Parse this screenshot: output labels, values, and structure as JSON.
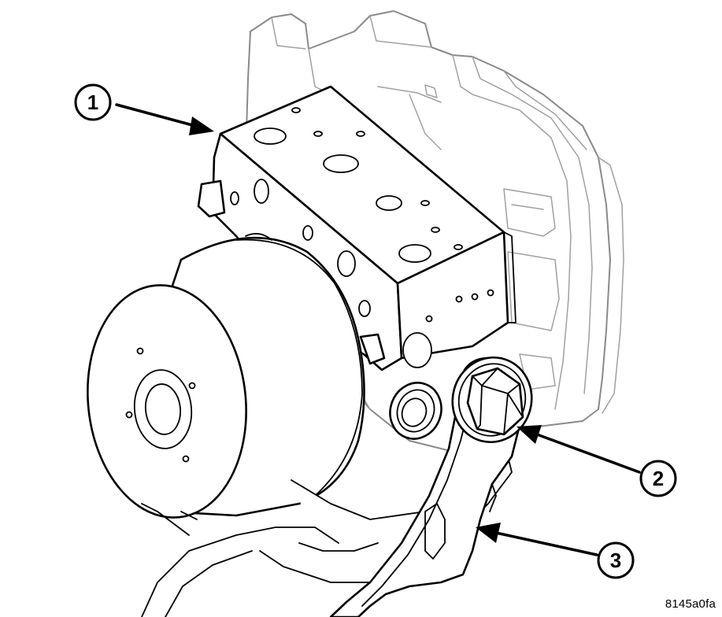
{
  "callouts": [
    {
      "id": "1",
      "label": "1"
    },
    {
      "id": "2",
      "label": "2"
    },
    {
      "id": "3",
      "label": "3"
    }
  ],
  "figure_code": "8145a0fa",
  "colors": {
    "line": "#000000",
    "ghost_line": "#8a8a8a",
    "background": "#ffffff"
  }
}
